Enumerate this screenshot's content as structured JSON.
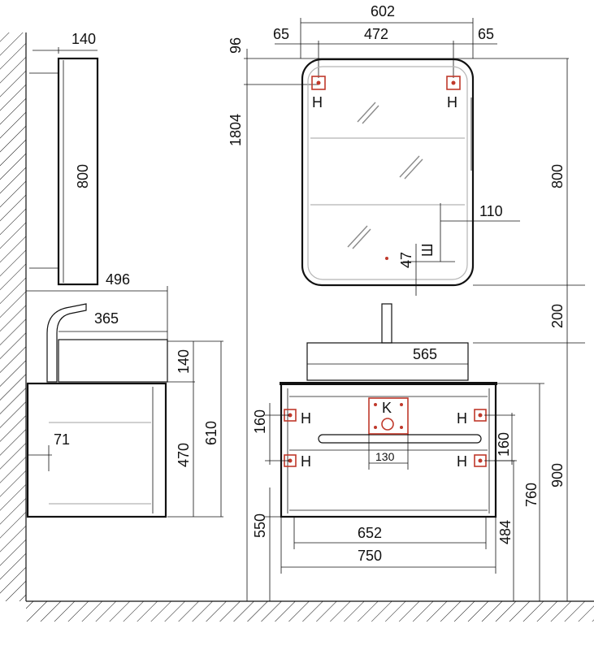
{
  "drawing": {
    "side_view": {
      "mirror_depth": "140",
      "mirror_height": "800",
      "unit_depth": "496",
      "basin_depth": "365",
      "basin_height": "140",
      "cabinet_height": "470",
      "total_height": "610",
      "handle_offset": "71"
    },
    "front_view": {
      "mirror_width": "602",
      "mirror_inner_width": "472",
      "mirror_left_offset": "65",
      "mirror_right_offset": "65",
      "mirror_top_gap": "96",
      "mirror_total_height": "1804",
      "mirror_height": "800",
      "socket_offset_x": "110",
      "socket_offset_y": "47",
      "mirror_basin_gap": "200",
      "basin_width": "565",
      "connection_spacing_v": "160",
      "connection_spacing_v_right": "160",
      "connection_spacing_h": "130",
      "cabinet_inner_width": "652",
      "cabinet_width": "750",
      "cabinet_bottom_height": "550",
      "right_height_484": "484",
      "right_height_760": "760",
      "right_height_900": "900",
      "mark_hanger": "H",
      "mark_sewer": "K",
      "mark_socket": "Ш"
    }
  }
}
